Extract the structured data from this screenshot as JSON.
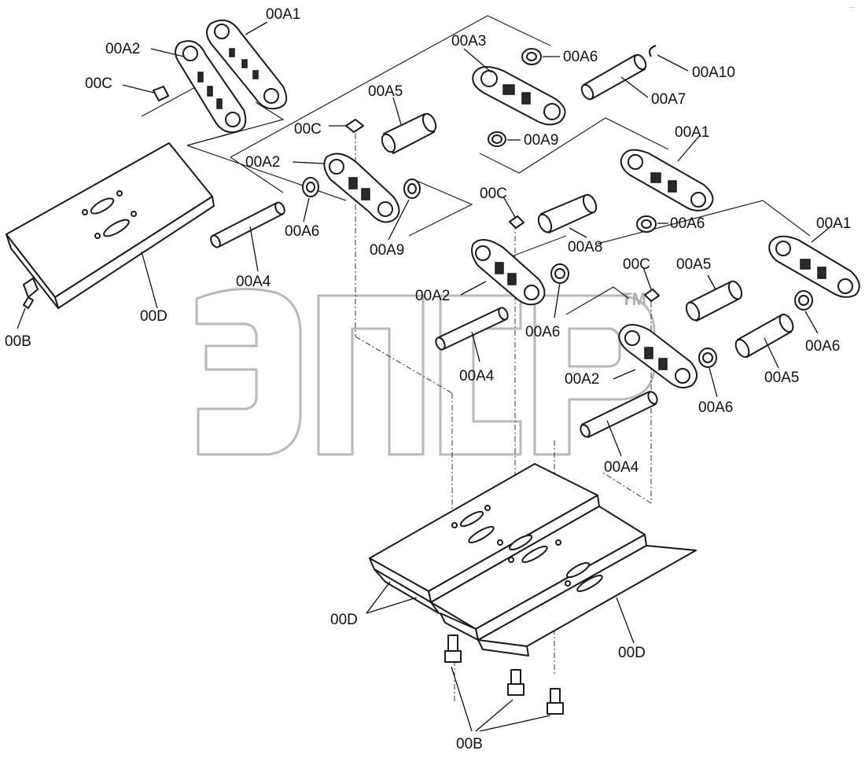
{
  "diagram": {
    "corner_text": "···",
    "watermark": {
      "tm": "TM"
    },
    "labels": [
      {
        "key": "a1_top",
        "text": "00A1"
      },
      {
        "key": "a2_top",
        "text": "00A2"
      },
      {
        "key": "c_top",
        "text": "00C"
      },
      {
        "key": "b_left",
        "text": "00B"
      },
      {
        "key": "d_left",
        "text": "00D"
      },
      {
        "key": "a3",
        "text": "00A3"
      },
      {
        "key": "a6_top",
        "text": "00A6"
      },
      {
        "key": "a10",
        "text": "00A10"
      },
      {
        "key": "a7",
        "text": "00A7"
      },
      {
        "key": "a5_mid",
        "text": "00A5"
      },
      {
        "key": "c_mid",
        "text": "00C"
      },
      {
        "key": "a9_top",
        "text": "00A9"
      },
      {
        "key": "a2_mid",
        "text": "00A2"
      },
      {
        "key": "a6_left",
        "text": "00A6"
      },
      {
        "key": "a9_mid",
        "text": "00A9"
      },
      {
        "key": "a4_left",
        "text": "00A4"
      },
      {
        "key": "a1_right",
        "text": "00A1"
      },
      {
        "key": "a6_right_top",
        "text": "00A6"
      },
      {
        "key": "c_center",
        "text": "00C"
      },
      {
        "key": "a8",
        "text": "00A8"
      },
      {
        "key": "a2_center",
        "text": "00A2"
      },
      {
        "key": "a6_center",
        "text": "00A6"
      },
      {
        "key": "a4_center",
        "text": "00A4"
      },
      {
        "key": "a1_far",
        "text": "00A1"
      },
      {
        "key": "a5_right",
        "text": "00A5"
      },
      {
        "key": "c_right",
        "text": "00C"
      },
      {
        "key": "a6_far",
        "text": "00A6"
      },
      {
        "key": "a5_low",
        "text": "00A5"
      },
      {
        "key": "a2_low",
        "text": "00A2"
      },
      {
        "key": "a6_low",
        "text": "00A6"
      },
      {
        "key": "a4_low",
        "text": "00A4"
      },
      {
        "key": "d_low_left",
        "text": "00D"
      },
      {
        "key": "d_low_right",
        "text": "00D"
      },
      {
        "key": "b_low",
        "text": "00B"
      }
    ]
  }
}
